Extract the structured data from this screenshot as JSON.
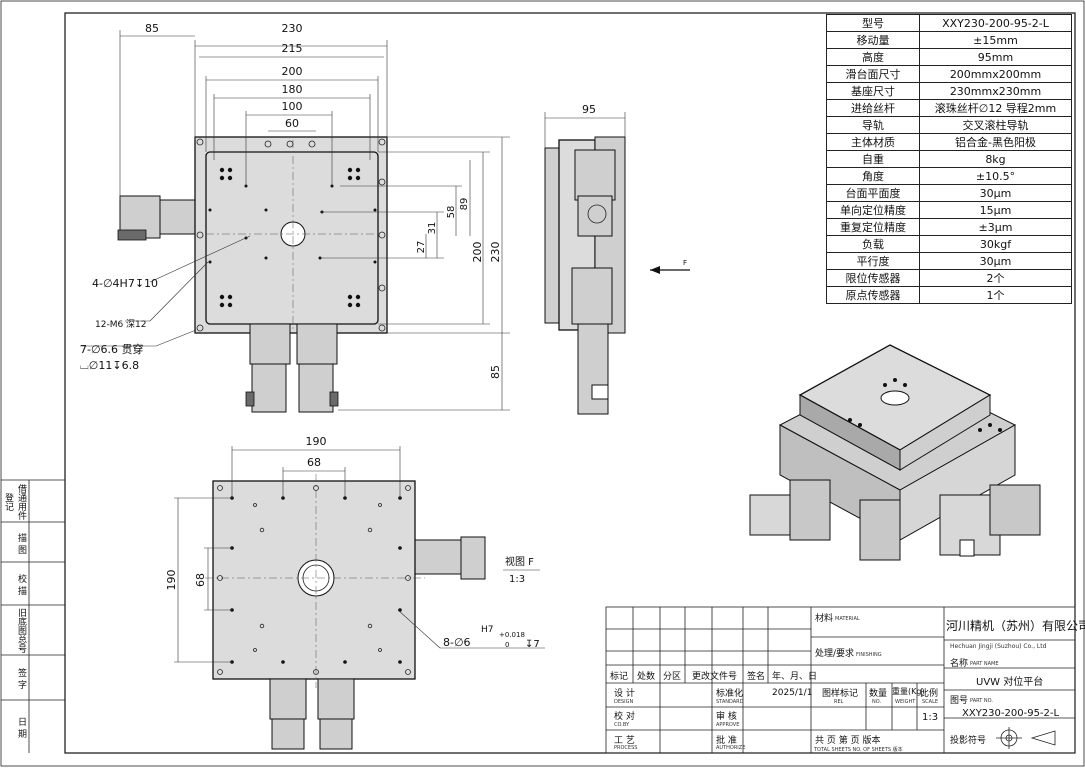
{
  "specs": [
    {
      "k": "型号",
      "v": "XXY230-200-95-2-L"
    },
    {
      "k": "移动量",
      "v": "±15mm"
    },
    {
      "k": "高度",
      "v": "95mm"
    },
    {
      "k": "滑台面尺寸",
      "v": "200mmx200mm"
    },
    {
      "k": "基座尺寸",
      "v": "230mmx230mm"
    },
    {
      "k": "进给丝杆",
      "v": "滚珠丝杆∅12 导程2mm"
    },
    {
      "k": "导轨",
      "v": "交叉滚柱导轨"
    },
    {
      "k": "主体材质",
      "v": "铝合金-黑色阳极"
    },
    {
      "k": "自重",
      "v": "8kg"
    },
    {
      "k": "角度",
      "v": "±10.5°"
    },
    {
      "k": "台面平面度",
      "v": "30μm"
    },
    {
      "k": "单向定位精度",
      "v": "15μm"
    },
    {
      "k": "重复定位精度",
      "v": "±3μm"
    },
    {
      "k": "负载",
      "v": "30kgf"
    },
    {
      "k": "平行度",
      "v": "30μm"
    },
    {
      "k": "限位传感器",
      "v": "2个"
    },
    {
      "k": "原点传感器",
      "v": "1个"
    }
  ],
  "top_view": {
    "dims_h": [
      "85",
      "230",
      "215",
      "200",
      "180",
      "100",
      "60"
    ],
    "dims_v": [
      "31",
      "58",
      "89",
      "27",
      "200",
      "230",
      "85"
    ],
    "notes": [
      "4-∅4H7↧10",
      "12-M6 深12",
      "7-∅6.6 贯穿",
      "⌴∅11↧6.8"
    ]
  },
  "side_view": {
    "dim_top": "95",
    "arrow": "F"
  },
  "bottom_view": {
    "dims": [
      "190",
      "68",
      "190",
      "68"
    ],
    "note_main": "8-∅6",
    "note_tol_h": "H7",
    "note_tol_up": "+0.018",
    "note_tol_dn": "0",
    "note_depth": "↧7",
    "view_label": "视图 F",
    "view_scale": "1:3"
  },
  "left_strip": [
    "借通用件登记",
    "描 图",
    "校 描",
    "旧底图总号",
    "签 字",
    "日 期"
  ],
  "title_block": {
    "company": "河川精机（苏州）有限公司",
    "company_en": "Hechuan Jingji (Suzhou) Co., Ltd",
    "material_cn": "材料",
    "material_en": "MATERIAL",
    "finish_cn": "处理/要求",
    "finish_en": "FINISHING",
    "name_cn": "名称",
    "name_en": "PART NAME",
    "part_name": "UVW 对位平台",
    "drawing_no_cn": "图号",
    "drawing_no_en": "PART NO.",
    "drawing_no": "XXY230-200-95-2-L",
    "scale": "1:3",
    "date": "2025/1/1",
    "projection": "投影符号",
    "rev_headers": [
      "标记",
      "处数",
      "分区",
      "更改文件号",
      "签名",
      "年、月、日"
    ],
    "roles": [
      {
        "cn": "设 计",
        "en": "DESIGN"
      },
      {
        "cn": "校 对",
        "en": "CO.BY"
      },
      {
        "cn": "工 艺",
        "en": "PROCESS"
      }
    ],
    "roles2": [
      {
        "cn": "标准化",
        "en": "STANDARD"
      },
      {
        "cn": "审 核",
        "en": "APPROVE"
      },
      {
        "cn": "批 准",
        "en": "AUTHORIZE"
      }
    ],
    "mid_headers": [
      {
        "cn": "图样标记",
        "en": "REL"
      },
      {
        "cn": "数量",
        "en": "NO."
      },
      {
        "cn": "重量(Kg)",
        "en": "WEIGHT"
      },
      {
        "cn": "比例",
        "en": "SCALE"
      }
    ],
    "sheet_line": "共    页 第    页 版本",
    "sheet_line_en": "TOTAL SHEETS NO. OF SHEETS 版本"
  }
}
